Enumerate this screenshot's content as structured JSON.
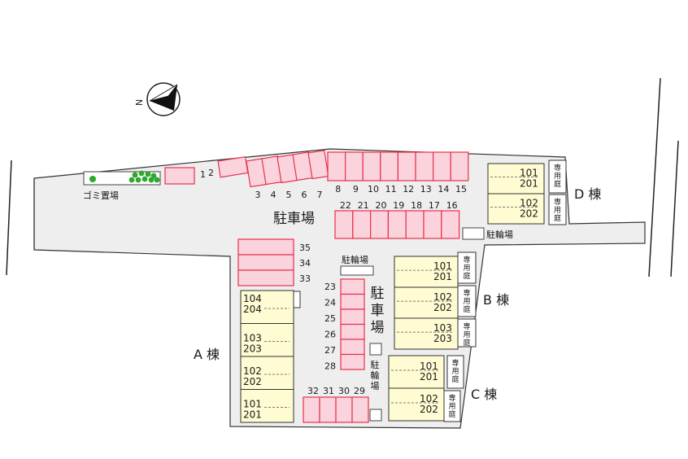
{
  "labels": {
    "garbage_area": "ゴミ置場",
    "parking_main": "駐車場",
    "parking_center": "駐車場",
    "bicycle_top": "駐輪場",
    "bicycle_right": "駐輪場",
    "bicycle_lower": "駐輪場",
    "building_a": "A 棟",
    "building_b": "B 棟",
    "building_c": "C 棟",
    "building_d": "D 棟",
    "private_garden": "専用庭"
  },
  "parking": {
    "top_row_left": [
      "1",
      "2"
    ],
    "top_row_angled": [
      "3",
      "4",
      "5",
      "6",
      "7"
    ],
    "top_row_right": [
      "8",
      "9",
      "10",
      "11",
      "12",
      "13",
      "14",
      "15"
    ],
    "second_row": [
      "22",
      "21",
      "20",
      "19",
      "18",
      "17",
      "16"
    ],
    "left_stack": [
      "35",
      "34",
      "33"
    ],
    "center_column": [
      "23",
      "24",
      "25",
      "26",
      "27",
      "28"
    ],
    "bottom_row": [
      "32",
      "31",
      "30",
      "29"
    ]
  },
  "units": {
    "a": [
      [
        "104",
        "204"
      ],
      [
        "103",
        "203"
      ],
      [
        "102",
        "202"
      ],
      [
        "101",
        "201"
      ]
    ],
    "b": [
      [
        "101",
        "201"
      ],
      [
        "102",
        "202"
      ],
      [
        "103",
        "203"
      ]
    ],
    "c": [
      [
        "101",
        "201"
      ],
      [
        "102",
        "202"
      ]
    ],
    "d": [
      [
        "101",
        "201"
      ],
      [
        "102",
        "202"
      ]
    ]
  },
  "compass": {
    "letter": "N"
  },
  "colors": {
    "parking_fill": "#fbd3dc",
    "parking_stroke": "#e8304e",
    "unit_fill": "#fffbd2",
    "ground": "#eeeeee",
    "tree": "#2ea82e"
  }
}
